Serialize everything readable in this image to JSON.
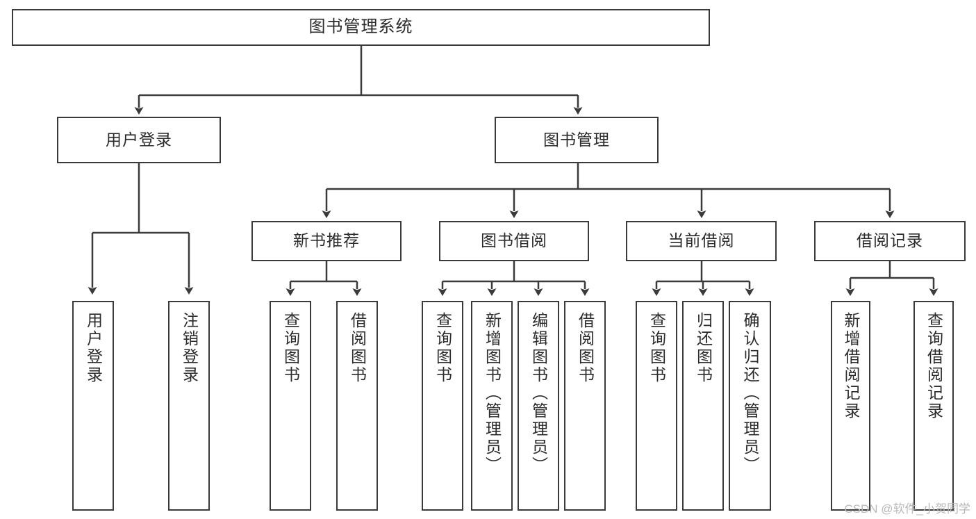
{
  "diagram": {
    "title": "图书管理系统",
    "type": "tree-structure-chart",
    "watermark": "CSDN @软件_小贺同学",
    "colors": {
      "line": "#3a3a3a",
      "box_fill": "#ffffff",
      "text": "#2b2b2b",
      "watermark": "#b9b9b9"
    },
    "nodes": {
      "root": {
        "label": "图书管理系统"
      },
      "level2": [
        {
          "label": "用户登录"
        },
        {
          "label": "图书管理"
        }
      ],
      "level3": [
        {
          "label": "新书推荐"
        },
        {
          "label": "图书借阅"
        },
        {
          "label": "当前借阅"
        },
        {
          "label": "借阅记录"
        }
      ],
      "leaves": {
        "user_login": [
          {
            "label": "用户登录"
          },
          {
            "label": "注销登录"
          }
        ],
        "new_book_recommend": [
          {
            "label": "查询图书"
          },
          {
            "label": "借阅图书"
          }
        ],
        "book_borrow": [
          {
            "label": "查询图书"
          },
          {
            "label": "新增图书（管理员）"
          },
          {
            "label": "编辑图书（管理员）"
          },
          {
            "label": "借阅图书"
          }
        ],
        "current_borrow": [
          {
            "label": "查询图书"
          },
          {
            "label": "归还图书"
          },
          {
            "label": "确认归还（管理员）"
          }
        ],
        "borrow_record": [
          {
            "label": "新增借阅记录"
          },
          {
            "label": "查询借阅记录"
          }
        ]
      }
    }
  }
}
